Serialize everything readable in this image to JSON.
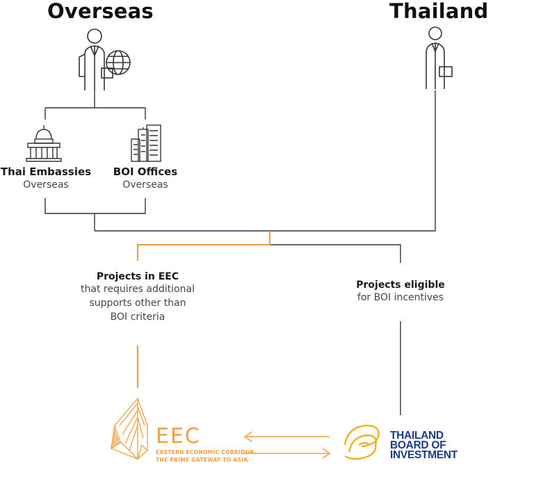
{
  "headings": {
    "overseas": "Overseas",
    "thailand": "Thailand"
  },
  "nodes": {
    "embassies": {
      "title": "Thai Embassies",
      "subtitle": "Overseas"
    },
    "boi_offices": {
      "title": "BOI Offices",
      "subtitle": "Overseas"
    },
    "eec_projects": {
      "title": "Projects in EEC",
      "lines": [
        "that requires additional",
        "supports other than",
        "BOI criteria"
      ]
    },
    "boi_projects": {
      "title": "Projects eligible",
      "lines": [
        "for BOI incentives"
      ]
    }
  },
  "eec_logo": {
    "name": "EEC",
    "line1": "EASTERN ECONOMIC CORRIDOR",
    "line2": "THE PRIME GATEWAY TO ASIA"
  },
  "boi_logo": {
    "line1": "THAILAND",
    "line2": "BOARD OF",
    "line3": "INVESTMENT"
  },
  "colors": {
    "line": "#333333",
    "accent": "#f0a040",
    "boi_blue": "#1a3a8a",
    "boi_gold": "#f0b020"
  }
}
